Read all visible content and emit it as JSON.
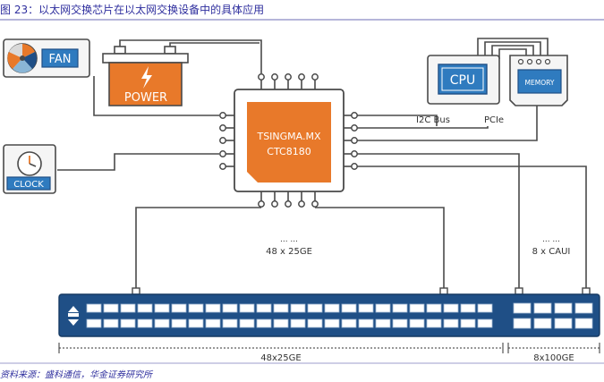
{
  "title": {
    "prefix": "图 23：",
    "text": "以太网交换芯片在以太网交换设备中的具体应用"
  },
  "labels": {
    "fan": "FAN",
    "power": "POWER",
    "cpu": "CPU",
    "memory": "MEMORY",
    "clock": "CLOCK",
    "chip_line1": "TSINGMA.MX",
    "chip_line2": "CTC8180",
    "i2c": "I2C Bus",
    "pcie": "PCIe",
    "dots_left": "... ...",
    "ports_left": "48 x 25GE",
    "dots_right": "... ...",
    "ports_right": "8 x CAUI",
    "bottom_left": "48x25GE",
    "bottom_right": "8x100GE"
  },
  "source": "资料来源：盛科通信，华金证券研究所",
  "colors": {
    "accent_orange": "#e8792a",
    "navy": "#1f4f86",
    "cpu_blue": "#2f7bbf",
    "title_blue": "#2f2f9e",
    "line_gray": "#4a4a4a"
  }
}
